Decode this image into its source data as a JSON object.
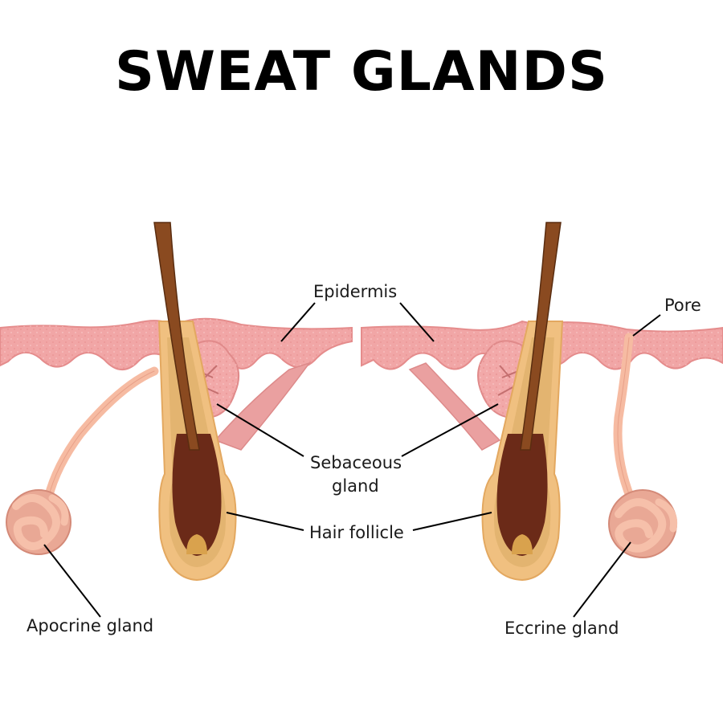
{
  "title": "SWEAT GLANDS",
  "labels": {
    "epidermis": "Epidermis",
    "pore": "Pore",
    "sebaceous_line1": "Sebaceous",
    "sebaceous_line2": "gland",
    "hair_follicle": "Hair follicle",
    "apocrine": "Apocrine gland",
    "eccrine": "Eccrine gland"
  },
  "colors": {
    "skin": "#f1a6a6",
    "skin_dark": "#e58c8c",
    "tube": "#f6bba2",
    "gland": "#e9a895",
    "hair": "#6b3a1e",
    "follicle_outer": "#e3b470",
    "follicle_inner": "#8a4a20",
    "bulb": "#6b2a18",
    "papilla": "#d9a24d",
    "muscle": "#e8a0a0"
  }
}
